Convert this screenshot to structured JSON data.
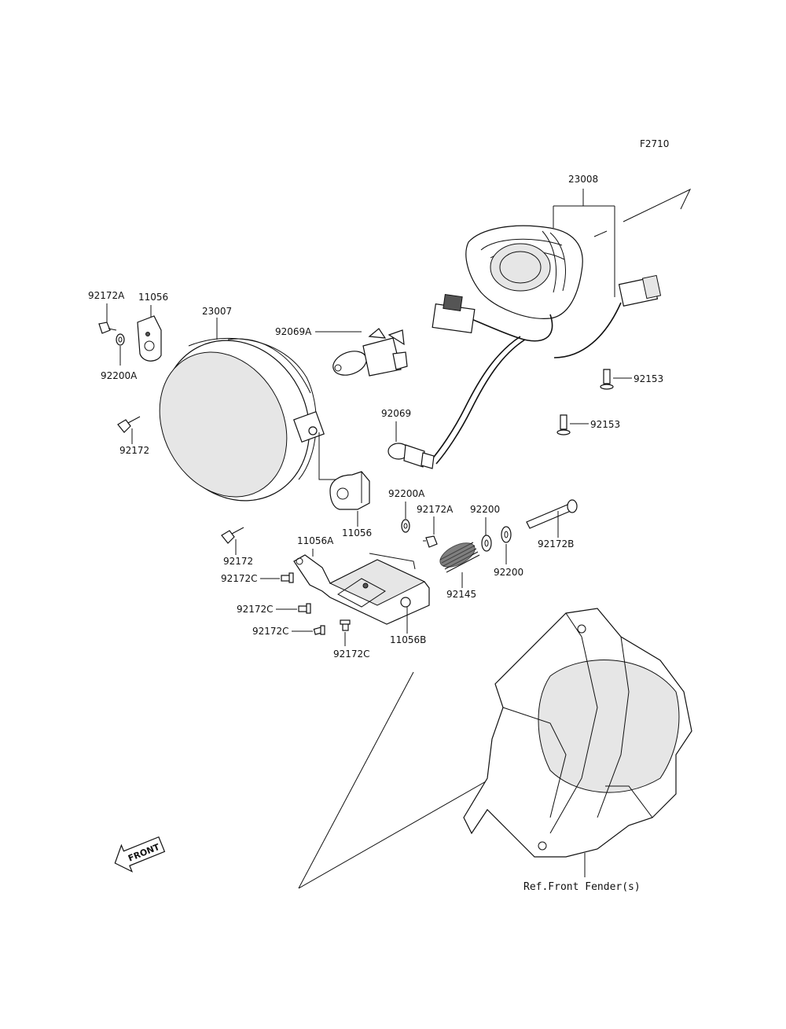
{
  "figure_code": "F2710",
  "labels": {
    "p23008": "23008",
    "p92172A_top": "92172A",
    "p11056_top": "11056",
    "p23007": "23007",
    "p92069A": "92069A",
    "p92200A_left": "92200A",
    "p92153_a": "92153",
    "p92153_b": "92153",
    "p92172_left": "92172",
    "p92069": "92069",
    "p92200A_mid": "92200A",
    "p92172A_mid": "92172A",
    "p92200_top": "92200",
    "p11056_mid": "11056",
    "p92172B": "92172B",
    "p92172_mid": "92172",
    "p11056A": "11056A",
    "p92172C_1": "92172C",
    "p92145": "92145",
    "p92200_bottom": "92200",
    "p92172C_2": "92172C",
    "p92172C_3": "92172C",
    "p11056B": "11056B",
    "p92172C_4": "92172C"
  },
  "ref_front_fender": "Ref.Front Fender(s)",
  "front_arrow": "FRONT",
  "icons": {
    "headlight": "headlight-lens-icon",
    "socket": "headlight-socket-boot-icon",
    "bulb_main": "bulb-icon",
    "bulb_small": "small-bulb-icon",
    "bracket": "bracket-icon",
    "screw": "screw-icon",
    "washer": "washer-icon",
    "spring": "spring-icon",
    "bolt": "bolt-icon",
    "fender": "front-fender-icon",
    "front_arrow": "front-arrow-icon"
  }
}
